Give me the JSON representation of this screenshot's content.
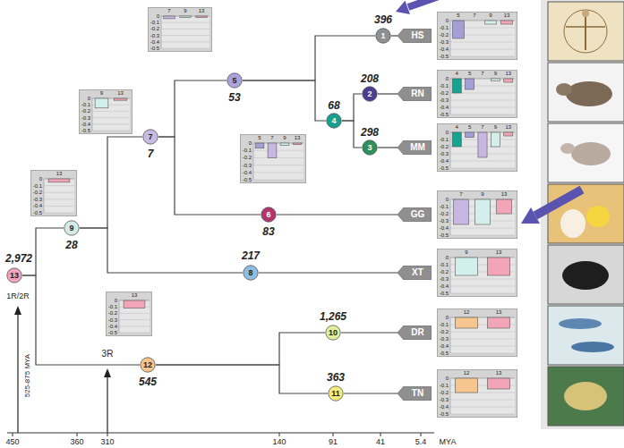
{
  "diagram": {
    "nodes": [
      {
        "text": [
          "1"
        ]
      },
      {
        "text": [
          "2"
        ]
      },
      {
        "text": [
          "3"
        ]
      },
      {
        "text": [
          "4"
        ]
      },
      {
        "text": [
          "5"
        ]
      },
      {
        "text": [
          "6"
        ]
      },
      {
        "text": [
          "7"
        ]
      },
      {
        "text": [
          "8"
        ]
      },
      {
        "text": [
          "9"
        ]
      },
      {
        "text": [
          "10"
        ]
      },
      {
        "text": [
          "11"
        ]
      },
      {
        "text": [
          "12"
        ]
      },
      {
        "text": [
          "13"
        ]
      },
      {
        "text": [
          "HS"
        ]
      },
      {
        "text": [
          "RN"
        ]
      },
      {
        "text": [
          "MM"
        ]
      },
      {
        "text": [
          "GG"
        ]
      },
      {
        "text": [
          "XT"
        ]
      },
      {
        "text": [
          "DR"
        ]
      },
      {
        "text": [
          "TN"
        ]
      },
      {
        "text": [
          "5",
          "7",
          "9",
          "13",
          "0",
          "-0.1",
          "-0.2",
          "-0.3",
          "-0.4",
          "-0.5"
        ]
      },
      {
        "text": [
          "4",
          "5",
          "7",
          "9",
          "13",
          "0",
          "-0.1",
          "-0.2",
          "-0.3",
          "-0.4",
          "-0.5"
        ]
      },
      {
        "text": [
          "4",
          "5",
          "7",
          "9",
          "13",
          "0",
          "-0.1",
          "-0.2",
          "-0.3",
          "-0.4",
          "-0.5"
        ]
      },
      {
        "text": [
          "7",
          "9",
          "13",
          "0",
          "-0.1",
          "-0.2",
          "-0.3",
          "-0.4",
          "-0.5"
        ]
      },
      {
        "text": [
          "9",
          "13",
          "0",
          "-0.1",
          "-0.2",
          "-0.3",
          "-0.4",
          "-0.5"
        ]
      },
      {
        "text": [
          "12",
          "13",
          "0",
          "-0.1",
          "-0.2",
          "-0.3",
          "-0.4",
          "-0.5"
        ]
      },
      {
        "text": [
          "12",
          "13",
          "0",
          "-0.1",
          "-0.2",
          "-0.3",
          "-0.4",
          "-0.5"
        ]
      },
      {
        "text": [
          "7",
          "9",
          "13",
          "0",
          "-0.1",
          "-0.2",
          "-0.3",
          "-0.4",
          "-0.5"
        ]
      },
      {
        "text": [
          "5",
          "7",
          "9",
          "13",
          "0",
          "-0.1",
          "-0.2",
          "-0.3",
          "-0.4",
          "-0.5"
        ]
      },
      {
        "text": [
          "9",
          "13",
          "0",
          "-0.1",
          "-0.2",
          "-0.3",
          "-0.4",
          "-0.5"
        ]
      },
      {
        "text": [
          "13",
          "0",
          "-0.1",
          "-0.2",
          "-0.3",
          "-0.4",
          "-0.5"
        ]
      },
      {
        "text": [
          "13",
          "0",
          "-0.1",
          "-0.2",
          "-0.3",
          "-0.4",
          "-0.5"
        ]
      }
    ],
    "edges": [
      {
        "from": 12,
        "to": 8,
        "arrow": "none"
      },
      {
        "from": 12,
        "to": 11,
        "arrow": "none"
      },
      {
        "from": 8,
        "to": 6,
        "arrow": "none"
      },
      {
        "from": 8,
        "to": 7,
        "arrow": "none"
      },
      {
        "from": 6,
        "to": 4,
        "arrow": "none"
      },
      {
        "from": 6,
        "to": 5,
        "arrow": "none"
      },
      {
        "from": 4,
        "to": 0,
        "arrow": "none"
      },
      {
        "from": 4,
        "to": 3,
        "arrow": "none"
      },
      {
        "from": 3,
        "to": 1,
        "arrow": "none"
      },
      {
        "from": 3,
        "to": 2,
        "arrow": "none"
      },
      {
        "from": 0,
        "to": 13,
        "arrow": "none"
      },
      {
        "from": 1,
        "to": 14,
        "arrow": "none"
      },
      {
        "from": 2,
        "to": 15,
        "arrow": "none"
      },
      {
        "from": 5,
        "to": 16,
        "arrow": "none"
      },
      {
        "from": 7,
        "to": 17,
        "arrow": "none"
      },
      {
        "from": 9,
        "to": 18,
        "arrow": "none"
      },
      {
        "from": 10,
        "to": 19,
        "arrow": "none"
      },
      {
        "from": 11,
        "to": 9,
        "arrow": "none"
      },
      {
        "from": 11,
        "to": 10,
        "arrow": "none"
      }
    ],
    "labels": [
      "396",
      "208",
      "298",
      "68",
      "53",
      "83",
      "7",
      "28",
      "217",
      "2,972",
      "545",
      "1,265",
      "363",
      "1R/2R",
      "3R",
      "525-875 MYA",
      "450",
      "360",
      "310",
      "140",
      "91",
      "41",
      "5.4",
      "MYA"
    ]
  }
}
